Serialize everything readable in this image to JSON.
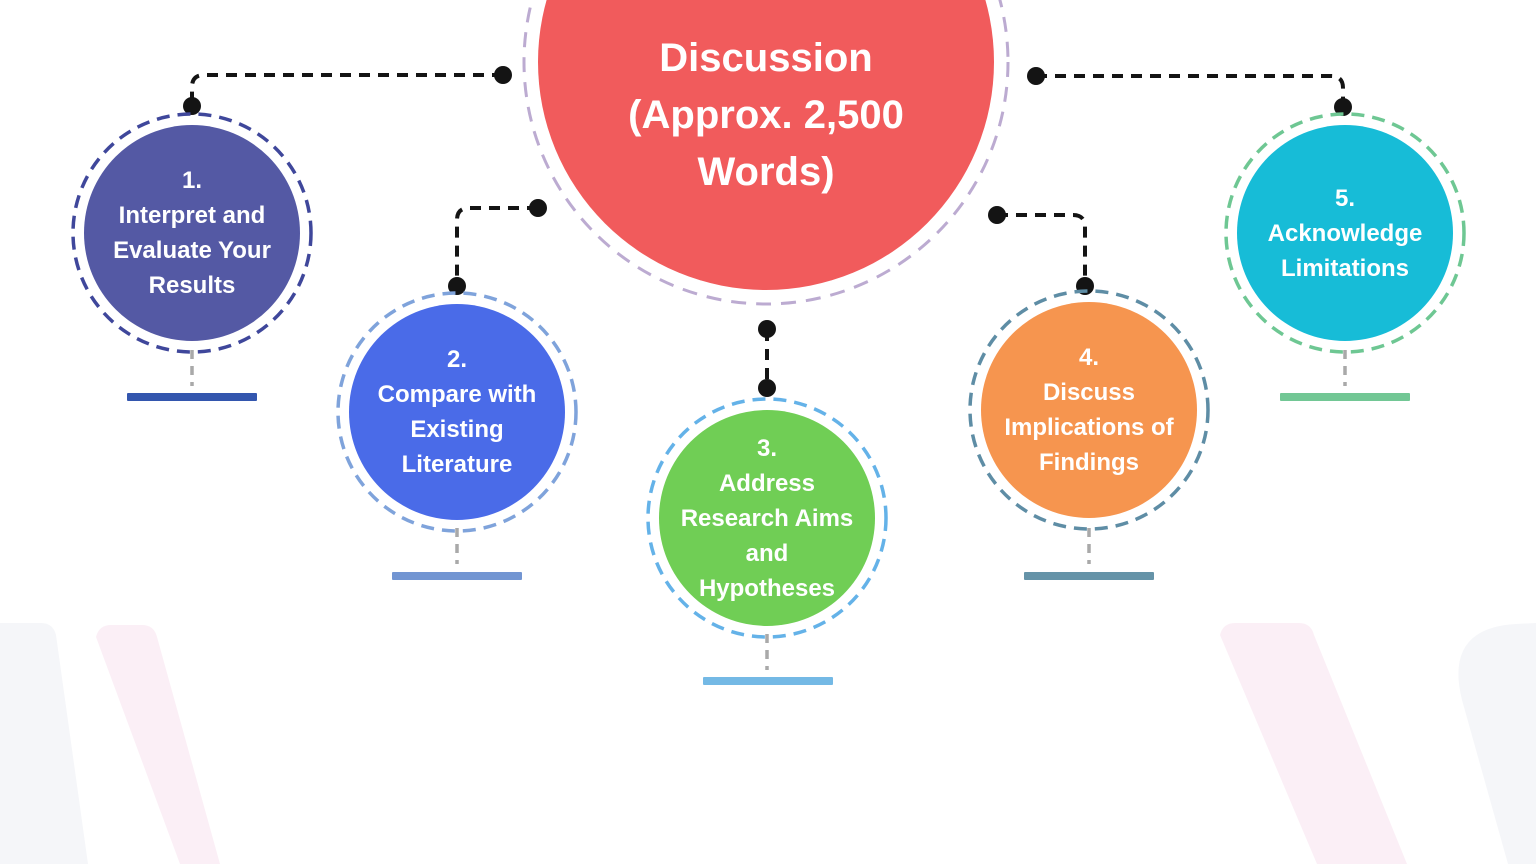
{
  "center_node": {
    "title_lines": [
      "Discussion",
      "(Approx. 2,500",
      "Words)"
    ],
    "fill": "#F15B5C",
    "ring": "#BCABD1"
  },
  "nodes": [
    {
      "number": "1.",
      "label_lines": [
        "Interpret and",
        "Evaluate Your",
        "Results"
      ],
      "fill": "#5459A4",
      "ring": "#3F479B",
      "bar": "#3356AE"
    },
    {
      "number": "2.",
      "label_lines": [
        "Compare with",
        "Existing",
        "Literature"
      ],
      "fill": "#4A6BE8",
      "ring": "#7FA3DB",
      "bar": "#7295D2"
    },
    {
      "number": "3.",
      "label_lines": [
        "Address",
        "Research Aims",
        "and",
        "Hypotheses"
      ],
      "fill": "#70CE55",
      "ring": "#64B2E8",
      "bar": "#74B9E5"
    },
    {
      "number": "4.",
      "label_lines": [
        "Discuss",
        "Implications of",
        "Findings"
      ],
      "fill": "#F6954F",
      "ring": "#5E8DA5",
      "bar": "#6593A8"
    },
    {
      "number": "5.",
      "label_lines": [
        "Acknowledge",
        "Limitations"
      ],
      "fill": "#17BCD7",
      "ring": "#6EC793",
      "bar": "#72C795"
    }
  ],
  "colors": {
    "connector": "#141414",
    "stem": "#A9A9A9",
    "bg_pink": "#FBEFF6",
    "bg_gray": "#F5F6F9"
  }
}
